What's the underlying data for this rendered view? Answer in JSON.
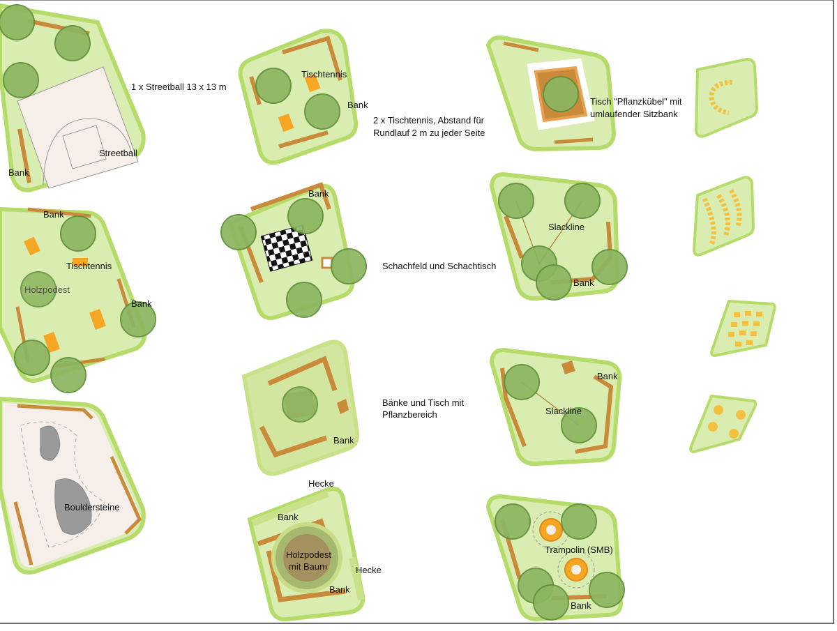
{
  "colors": {
    "pad_light": "#d9edb0",
    "pad_border": "#b5dc6a",
    "bench": "#c98a3a",
    "tree_fill": "#8cb560",
    "tree_stroke": "#5f8f3a",
    "court": "#f6eee9",
    "table": "#f5a623",
    "rock": "#9a9a9a"
  },
  "labels": {
    "streetball": "Streetball",
    "bank": "Bank",
    "tischtennis": "Tischtennis",
    "holzpodest": "Holzpodest",
    "bouldersteine": "Bouldersteine",
    "slackline": "Slackline",
    "trampolin": "Trampolin (SMB)",
    "hecke": "Hecke",
    "holzpodest_baum_1": "Holzpodest",
    "holzpodest_baum_2": "mit Baum"
  },
  "descriptions": {
    "streetball": "1 x Streetball 13 x 13 m",
    "tischtennis_1": "2 x Tischtennis, Abstand für",
    "tischtennis_2": "Rundlauf 2 m zu jeder Seite",
    "schach": "Schachfeld und Schachtisch",
    "baenke_1": "Bänke und Tisch mit",
    "baenke_2": "Pflanzbereich",
    "pflanzkuebel_1": "Tisch \"Pflanzkübel\" mit",
    "pflanzkuebel_2": "umlaufender Sitzbank"
  }
}
